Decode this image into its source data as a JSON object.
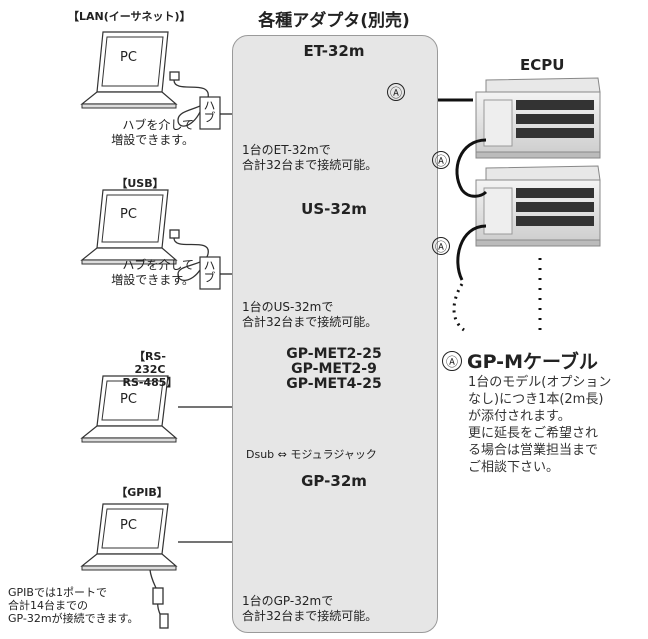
{
  "adapters_title": "各種アダプタ(別売)",
  "ecpu_label": "ECPU",
  "connections": {
    "lan": {
      "header": "【LAN(イーサネット)】",
      "pc_label": "PC",
      "hub_label": "ハブ",
      "hub_note_line1": "ハブを介して",
      "hub_note_line2": "増設できます。",
      "adapter_name": "ET-32m",
      "adapter_note_line1": "1台のET-32mで",
      "adapter_note_line2": "合計32台まで接続可能。"
    },
    "usb": {
      "header": "【USB】",
      "pc_label": "PC",
      "hub_label": "ハブ",
      "hub_note_line1": "ハブを介して",
      "hub_note_line2": "増設できます。",
      "adapter_name": "US-32m",
      "adapter_note_line1": "1台のUS-32mで",
      "adapter_note_line2": "合計32台まで接続可能。"
    },
    "rs": {
      "header_line1": "【RS-232C",
      "header_line2": "RS-485】",
      "pc_label": "PC",
      "adapter_names": [
        "GP-MET2-25",
        "GP-MET2-9",
        "GP-MET4-25"
      ],
      "dsub_note": "Dsub ⇔ モジュラジャック"
    },
    "gpib": {
      "header": "【GPIB】",
      "pc_label": "PC",
      "adapter_name": "GP-32m",
      "adapter_note_line1": "1台のGP-32mで",
      "adapter_note_line2": "合計32台まで接続可能。",
      "gpib_note_line1": "GPIBでは1ポートで",
      "gpib_note_line2": "合計14台までの",
      "gpib_note_line3": "GP-32mが接続できます。"
    }
  },
  "cable_marker": "Ⓐ",
  "cable": {
    "title": "GP-Mケーブル",
    "description": [
      "1台のモデル(オプション",
      "なし)につき1本(2m長)",
      "が添付されます。",
      "更に延長をご希望され",
      "る場合は営業担当まで",
      "ご相談下さい。"
    ]
  },
  "colors": {
    "panel_bg": "#e6e6e6",
    "line": "#222222",
    "device": "#f2f2f2"
  }
}
